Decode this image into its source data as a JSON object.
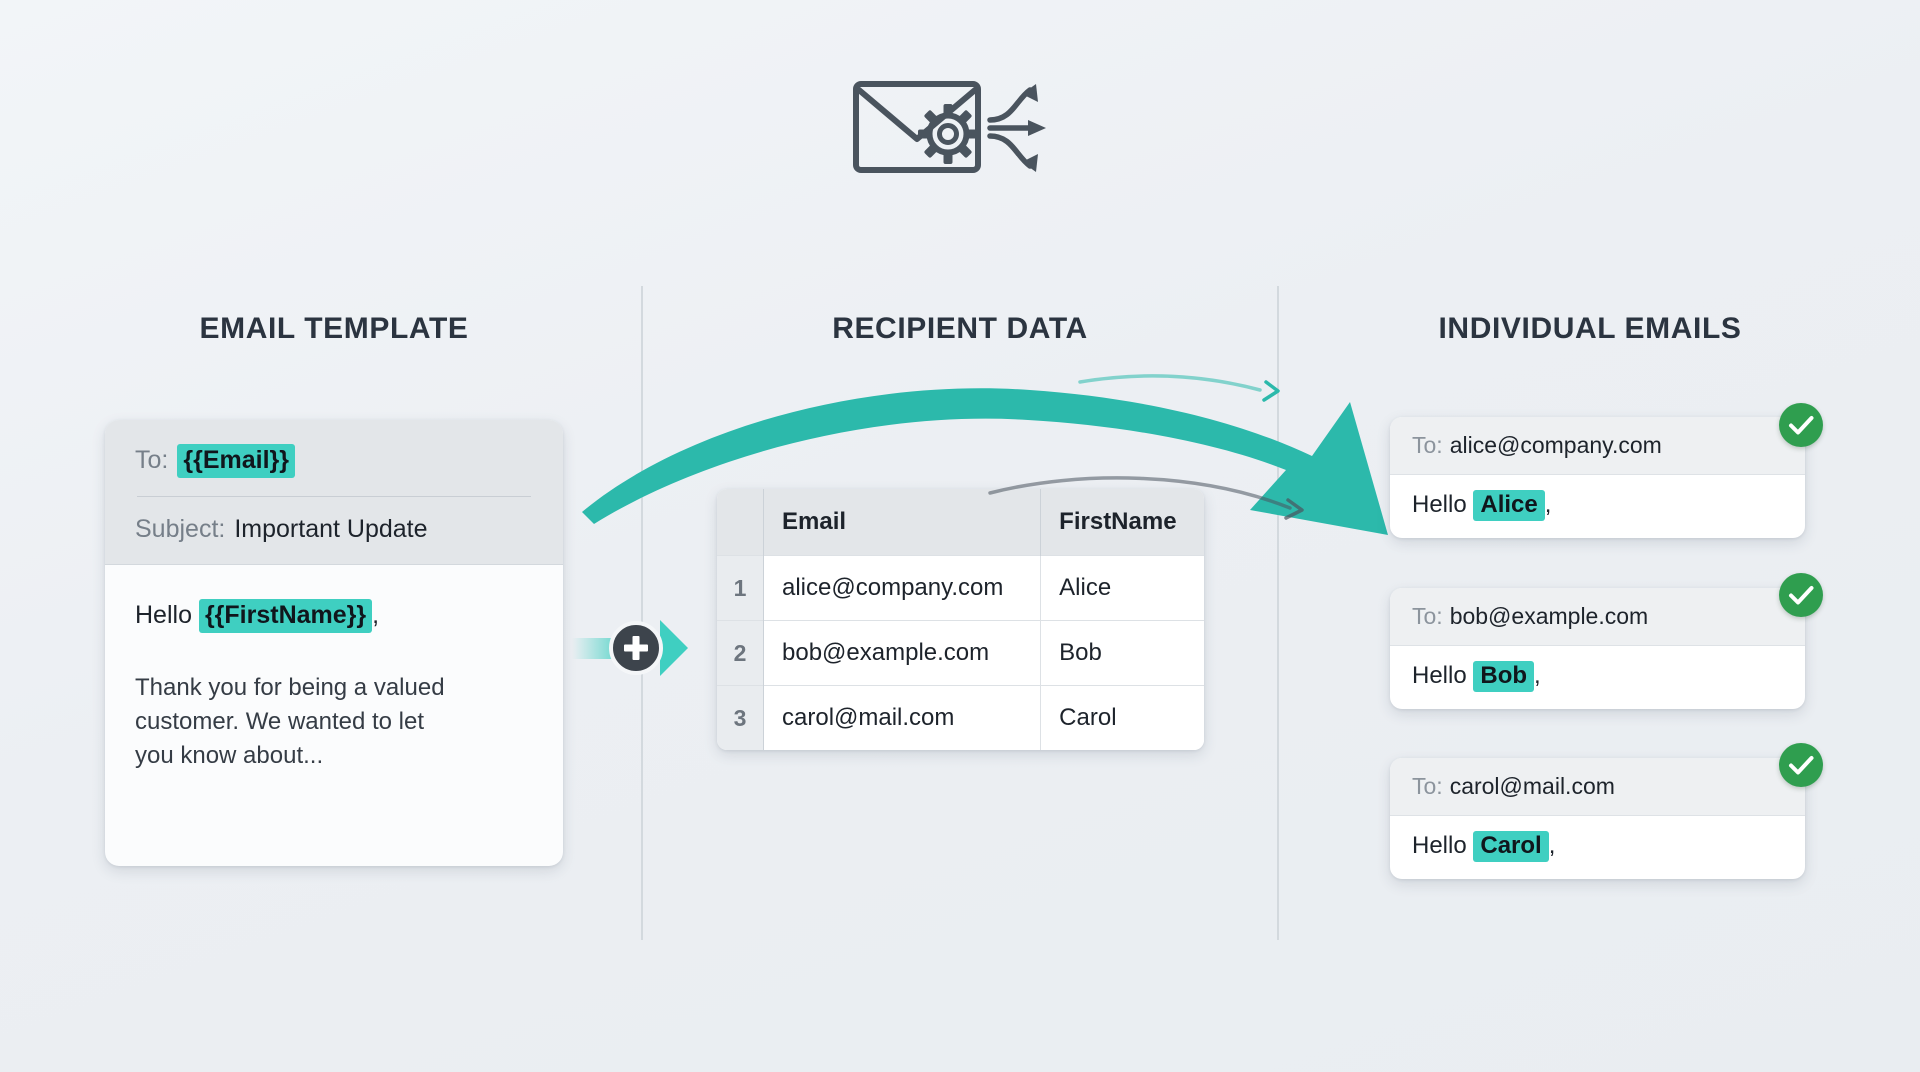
{
  "header": {
    "icon": "envelope-gear-distribute-icon"
  },
  "columns": {
    "template_heading": "EMAIL TEMPLATE",
    "recipients_heading": "RECIPIENT DATA",
    "outputs_heading": "INDIVIDUAL EMAILS"
  },
  "template_card": {
    "to_label": "To:",
    "to_token": "{{Email}}",
    "subject_label": "Subject:",
    "subject_value": "Important Update",
    "greeting_prefix": "Hello",
    "greeting_token": "{{FirstName}}",
    "greeting_suffix": ",",
    "paragraph": "Thank you for being a valued customer. We wanted to let you know about..."
  },
  "merge": {
    "plus_symbol": "+",
    "icon": "merge-plus-icon",
    "arrow_icon": "arrow-right-icon"
  },
  "recipients": {
    "columns": [
      "",
      "Email",
      "FirstName"
    ],
    "rows": [
      {
        "num": "1",
        "email": "alice@company.com",
        "first_name": "Alice"
      },
      {
        "num": "2",
        "email": "bob@example.com",
        "first_name": "Bob"
      },
      {
        "num": "3",
        "email": "carol@mail.com",
        "first_name": "Carol"
      }
    ]
  },
  "flow_arrow": {
    "icon": "curved-flow-arrow-icon"
  },
  "outputs": [
    {
      "to_label": "To:",
      "to_value": "alice@company.com",
      "greeting_prefix": "Hello",
      "name": "Alice",
      "greeting_suffix": ",",
      "status_icon": "check-circle-icon"
    },
    {
      "to_label": "To:",
      "to_value": "bob@example.com",
      "greeting_prefix": "Hello",
      "name": "Bob",
      "greeting_suffix": ",",
      "status_icon": "check-circle-icon"
    },
    {
      "to_label": "To:",
      "to_value": "carol@mail.com",
      "greeting_prefix": "Hello",
      "name": "Carol",
      "greeting_suffix": ",",
      "status_icon": "check-circle-icon"
    }
  ],
  "colors": {
    "background": "#eff2f5",
    "accent_teal": "#3fcfc1",
    "arrow_teal": "#2cb9ab",
    "success_green": "#2f9e4f",
    "heading_text": "#2b3440",
    "muted_text": "#767f89",
    "card_header": "#e3e6e9",
    "divider": "#d3d9de",
    "icon_stroke": "#4a545e"
  }
}
